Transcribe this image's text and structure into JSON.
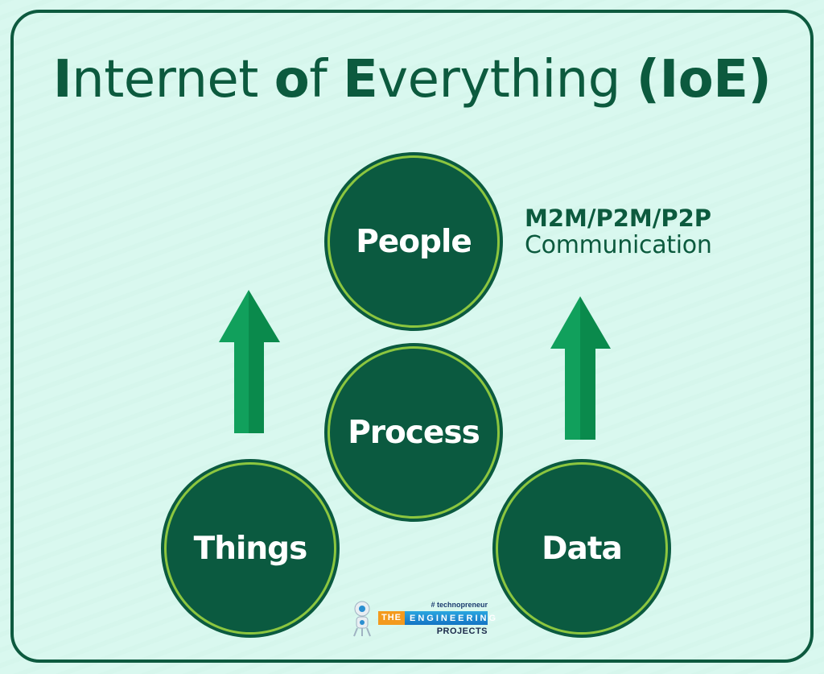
{
  "title": {
    "parts": [
      {
        "text": "I",
        "bold": true
      },
      {
        "text": "nternet ",
        "bold": false
      },
      {
        "text": "o",
        "bold": true
      },
      {
        "text": "f ",
        "bold": false
      },
      {
        "text": "E",
        "bold": true
      },
      {
        "text": "verything ",
        "bold": false
      },
      {
        "text": "(IoE)",
        "bold": true
      }
    ],
    "full": "Internet of Everything (IoE)"
  },
  "nodes": {
    "people": {
      "label": "People"
    },
    "process": {
      "label": "Process"
    },
    "things": {
      "label": "Things"
    },
    "data": {
      "label": "Data"
    }
  },
  "communication": {
    "line1": "M2M/P2M/P2P",
    "line2": "Communication"
  },
  "arrows": [
    {
      "name": "left-up-arrow",
      "direction": "up"
    },
    {
      "name": "right-up-arrow",
      "direction": "up"
    }
  ],
  "logo": {
    "hashtag": "# technopreneur",
    "the": "THE",
    "engineering": "ENGINEERING",
    "projects": "PROJECTS"
  },
  "colors": {
    "background": "#d9f8ef",
    "frame": "#0d5a3f",
    "circle_fill": "#0b5a40",
    "circle_ring": "#8cc63f",
    "arrow_light": "#11a05c",
    "arrow_dark": "#0a8a4c",
    "text_dark": "#0c5a3e"
  }
}
